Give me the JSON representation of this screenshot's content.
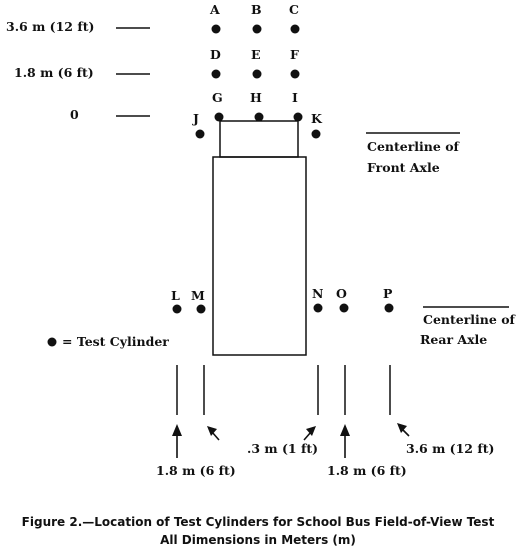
{
  "levels": [
    {
      "id": "row1",
      "label": "3.6 m (12 ft)"
    },
    {
      "id": "row2",
      "label": "1.8 m (6 ft)"
    },
    {
      "id": "row3",
      "label": "0"
    }
  ],
  "cylinders": [
    {
      "id": "A",
      "label": "A"
    },
    {
      "id": "B",
      "label": "B"
    },
    {
      "id": "C",
      "label": "C"
    },
    {
      "id": "D",
      "label": "D"
    },
    {
      "id": "E",
      "label": "E"
    },
    {
      "id": "F",
      "label": "F"
    },
    {
      "id": "G",
      "label": "G"
    },
    {
      "id": "H",
      "label": "H"
    },
    {
      "id": "I",
      "label": "I"
    },
    {
      "id": "J",
      "label": "J"
    },
    {
      "id": "K",
      "label": "K"
    },
    {
      "id": "L",
      "label": "L"
    },
    {
      "id": "M",
      "label": "M"
    },
    {
      "id": "N",
      "label": "N"
    },
    {
      "id": "O",
      "label": "O"
    },
    {
      "id": "P",
      "label": "P"
    }
  ],
  "front_axle": {
    "line1": "Centerline of",
    "line2": "Front Axle"
  },
  "rear_axle": {
    "line1": "Centerline of",
    "line2": "Rear Axle"
  },
  "legend": {
    "text": "= Test Cylinder"
  },
  "spacing": {
    "left_outer": "1.8 m (6 ft)",
    "right_inner": ".3 m (1 ft)",
    "right_mid": "1.8 m (6 ft)",
    "right_outer": "3.6 m (12 ft)"
  },
  "caption": {
    "line1": "Figure 2.—Location of Test Cylinders for School Bus Field-of-View Test",
    "line2": "All Dimensions in Meters (m)"
  },
  "colors": {
    "ink": "#111111",
    "background": "#ffffff"
  }
}
